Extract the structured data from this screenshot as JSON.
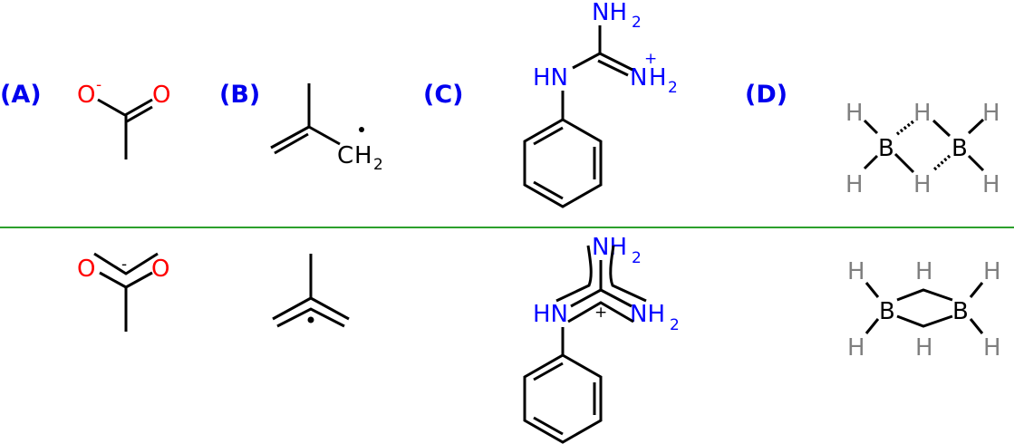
{
  "colors": {
    "label": "#0000ee",
    "oxygen": "#ff0000",
    "nitrogen": "#0000ff",
    "hydrogen": "#808080",
    "bond": "#000000",
    "divider": "#2ca02c",
    "background": "#ffffff"
  },
  "panels": [
    {
      "label": "(A)",
      "name": "acetate",
      "top": {
        "atoms": [
          "O",
          "-",
          "O"
        ],
        "description": "acetate anion, localized charge"
      },
      "bottom": {
        "atoms": [
          "O",
          "-",
          "O"
        ],
        "description": "acetate anion, delocalized resonance hybrid"
      }
    },
    {
      "label": "(B)",
      "name": "2-methylallyl radical",
      "top": {
        "atoms": [
          "C",
          "H",
          "2"
        ],
        "description": "radical on CH2"
      },
      "bottom": {
        "description": "delocalized allyl radical"
      }
    },
    {
      "label": "(C)",
      "name": "phenylguanidinium",
      "top": {
        "atoms": [
          "NH",
          "2",
          "HN",
          "N",
          "H",
          "2",
          "+"
        ],
        "description": "localized positive charge on NH2"
      },
      "bottom": {
        "atoms": [
          "NH",
          "2",
          "HN",
          "NH",
          "2",
          "+"
        ],
        "description": "delocalized guanidinium"
      }
    },
    {
      "label": "(D)",
      "name": "diborane",
      "top": {
        "atoms": [
          "H",
          "H",
          "H",
          "B",
          "B",
          "H",
          "H",
          "H"
        ],
        "description": "diborane with dotted bridging bonds"
      },
      "bottom": {
        "atoms": [
          "H",
          "H",
          "H",
          "B",
          "B",
          "H",
          "H",
          "H"
        ],
        "description": "diborane with 3-center 2-electron bonds"
      }
    }
  ],
  "text": {
    "labelA": "(A)",
    "labelB": "(B)",
    "labelC": "(C)",
    "labelD": "(D)",
    "O": "O",
    "minus": "-",
    "plus": "+",
    "C": "C",
    "H": "H",
    "N": "N",
    "NH": "NH",
    "HN": "HN",
    "B": "B",
    "two": "2"
  }
}
